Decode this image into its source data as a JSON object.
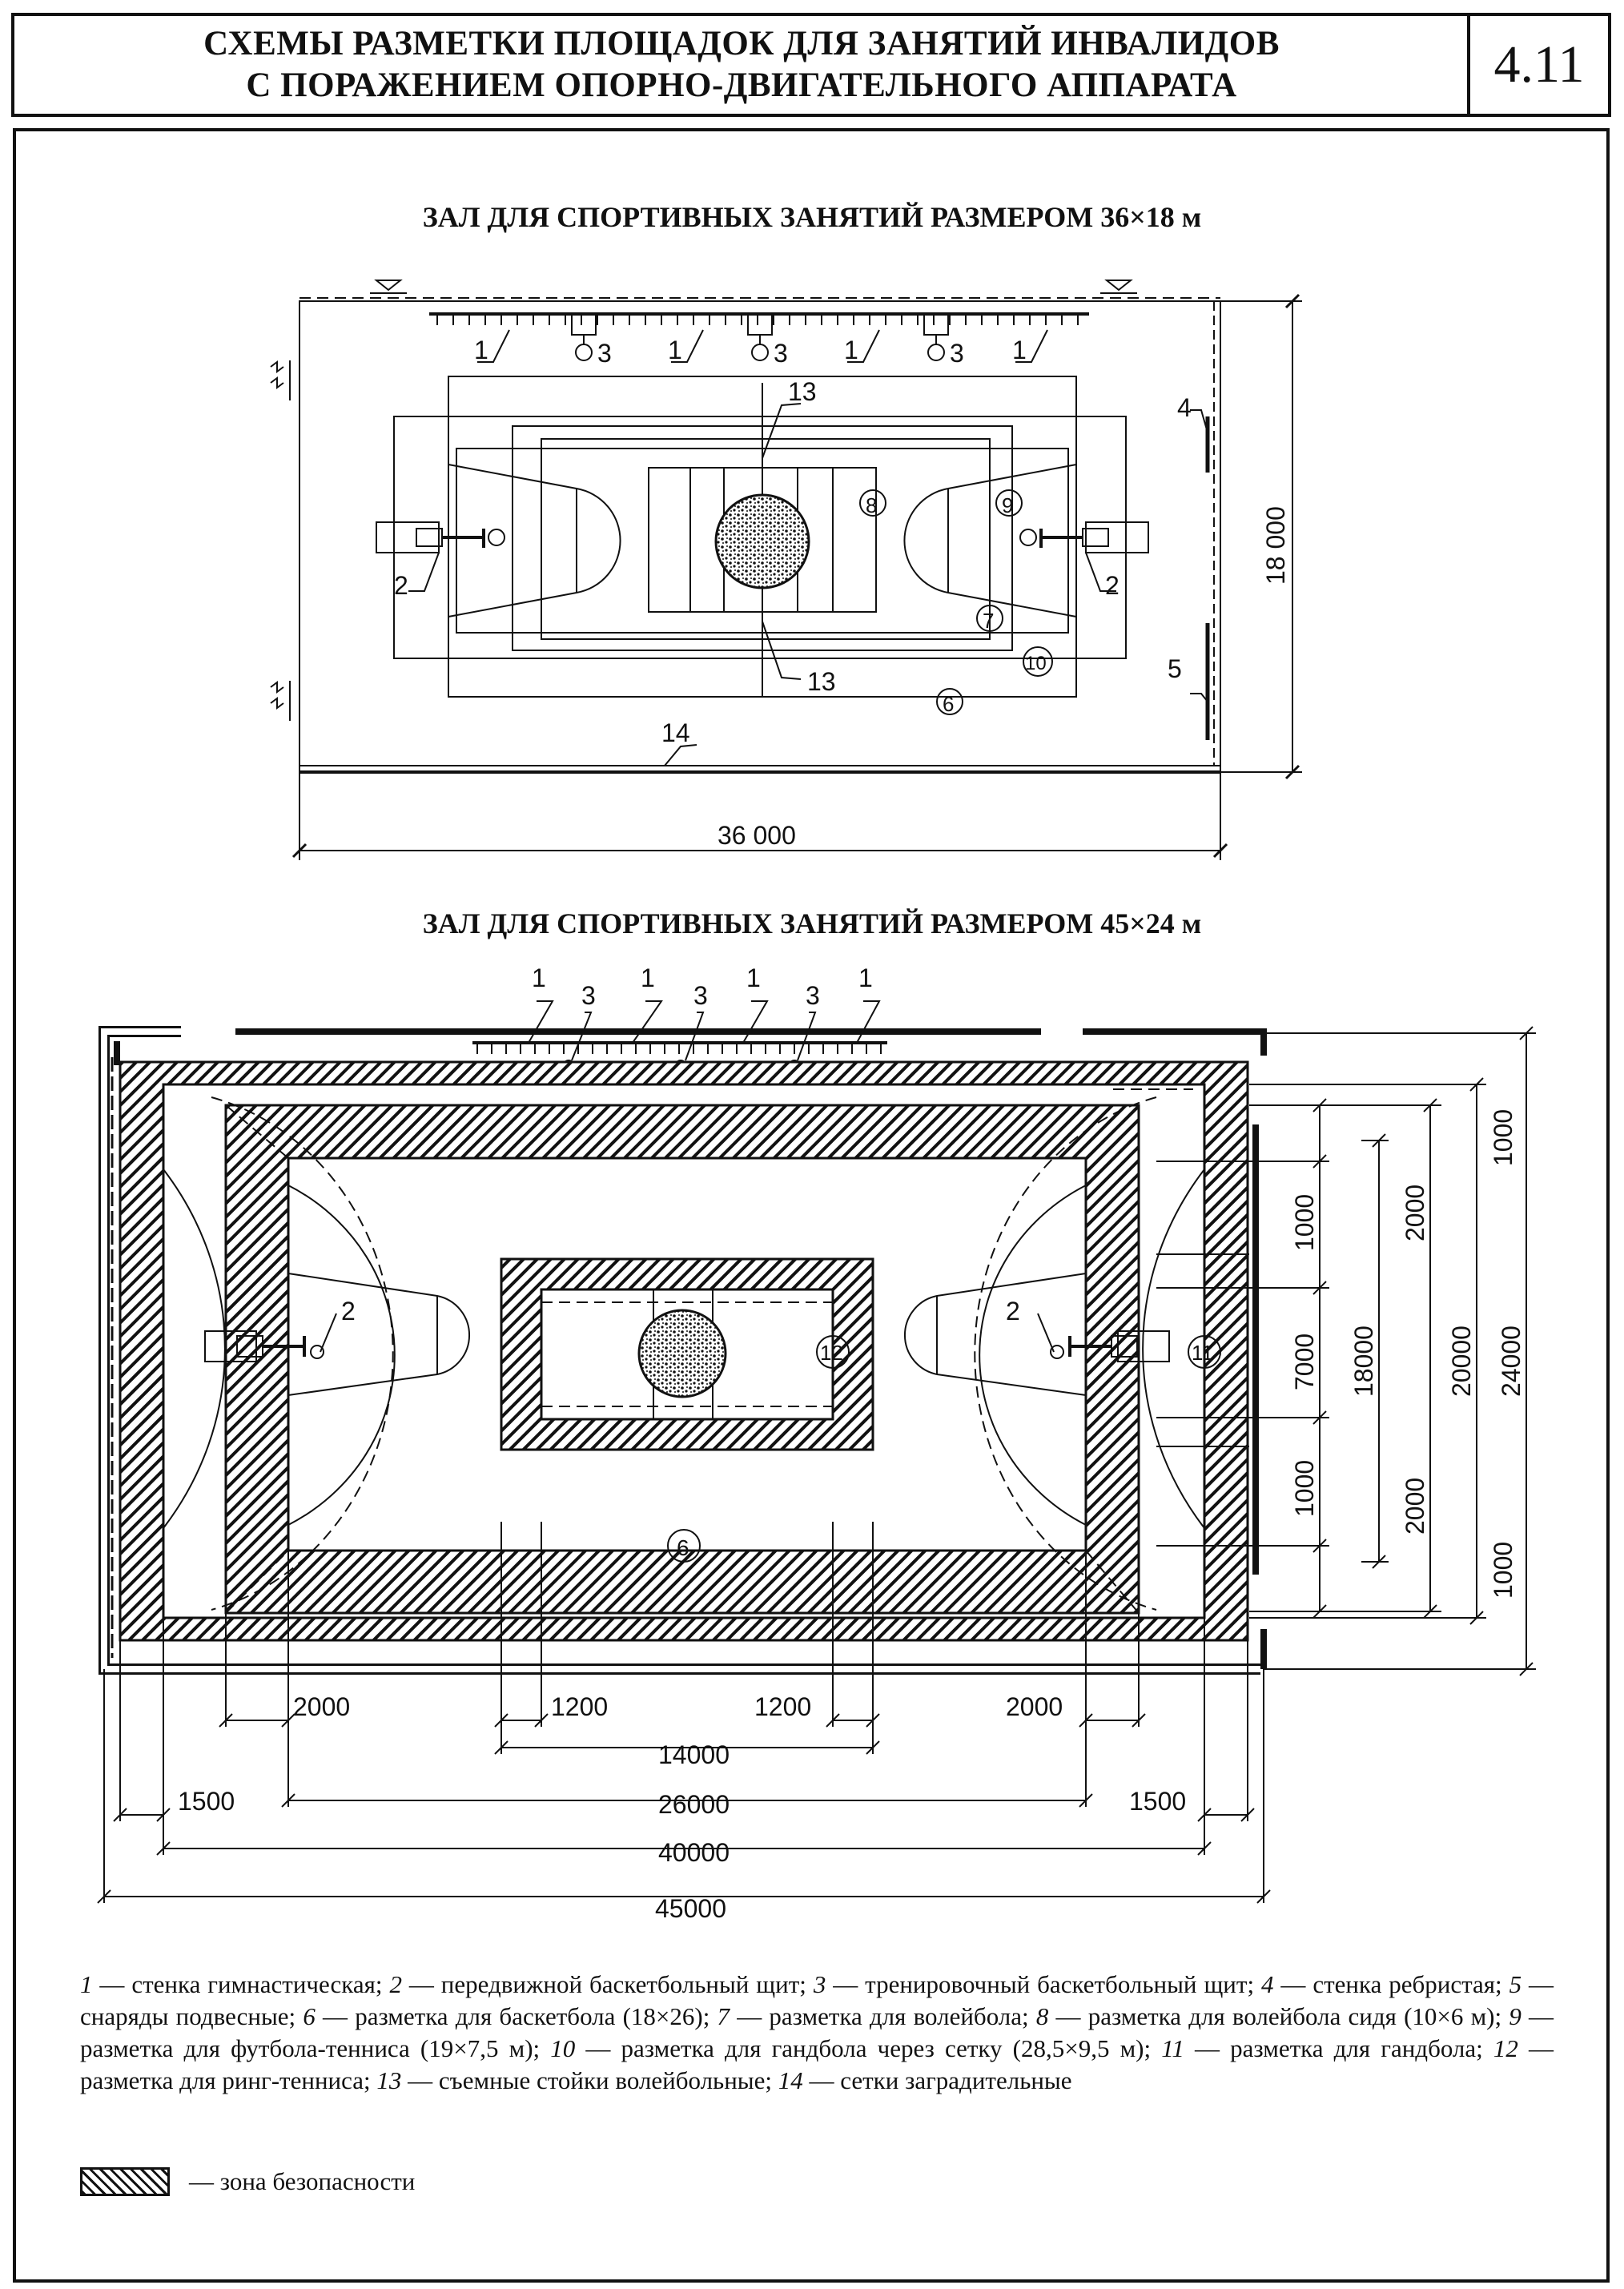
{
  "header": {
    "title_line1": "СХЕМЫ РАЗМЕТКИ ПЛОЩАДОК ДЛЯ ЗАНЯТИЙ ИНВАЛИДОВ",
    "title_line2": "С ПОРАЖЕНИЕМ ОПОРНО-ДВИГАТЕЛЬНОГО АППАРАТА",
    "sheet_number": "4.11"
  },
  "hall1": {
    "title": "ЗАЛ ДЛЯ СПОРТИВНЫХ ЗАНЯТИЙ РАЗМЕРОМ 36×18 м",
    "dim_width": "36 000",
    "dim_height": "18 000",
    "labels": {
      "l1": "1",
      "l2": "2",
      "l3": "3",
      "l4": "4",
      "l5": "5",
      "l6": "6",
      "l7": "7",
      "l8": "8",
      "l9": "9",
      "l10": "10",
      "l13": "13",
      "l14": "14"
    }
  },
  "hall2": {
    "title": "ЗАЛ ДЛЯ СПОРТИВНЫХ ЗАНЯТИЙ РАЗМЕРОМ 45×24 м",
    "labels": {
      "l1": "1",
      "l2": "2",
      "l3": "3",
      "l6": "6",
      "l11": "11",
      "l12": "12"
    },
    "dims_bottom": {
      "d2000": "2000",
      "d1200": "1200",
      "d14000": "14000",
      "d26000": "26000",
      "d1500": "1500",
      "d40000": "40000",
      "d45000": "45000"
    },
    "dims_right": {
      "d1000": "1000",
      "d7000": "7000",
      "d18000": "18000",
      "d2000": "2000",
      "d20000": "20000",
      "d24000": "24000"
    }
  },
  "legend": {
    "items": [
      {
        "num": "1",
        "text": " — стенка гимнастическая; "
      },
      {
        "num": "2",
        "text": " — передвижной баскетбольный щит; "
      },
      {
        "num": "3",
        "text": " — тренировочный баскетбольный щит; "
      },
      {
        "num": "4",
        "text": " — стенка ребристая; "
      },
      {
        "num": "5",
        "text": " — снаряды подвесные; "
      },
      {
        "num": "6",
        "text": " — разметка для баскетбола (18×26); "
      },
      {
        "num": "7",
        "text": " — разметка для волейбола; "
      },
      {
        "num": "8",
        "text": " — разметка для волейбола сидя (10×6 м); "
      },
      {
        "num": "9",
        "text": " — разметка для футбола-тенниса (19×7,5 м); "
      },
      {
        "num": "10",
        "text": " — разметка для гандбола через сетку (28,5×9,5 м); "
      },
      {
        "num": "11",
        "text": " — разметка для гандбола; "
      },
      {
        "num": "12",
        "text": " — разметка для ринг-тенниса; "
      },
      {
        "num": "13",
        "text": " — съемные стойки волейбольные; "
      },
      {
        "num": "14",
        "text": " — сетки заградительные"
      }
    ],
    "safety_zone": "— зона безопасности"
  }
}
